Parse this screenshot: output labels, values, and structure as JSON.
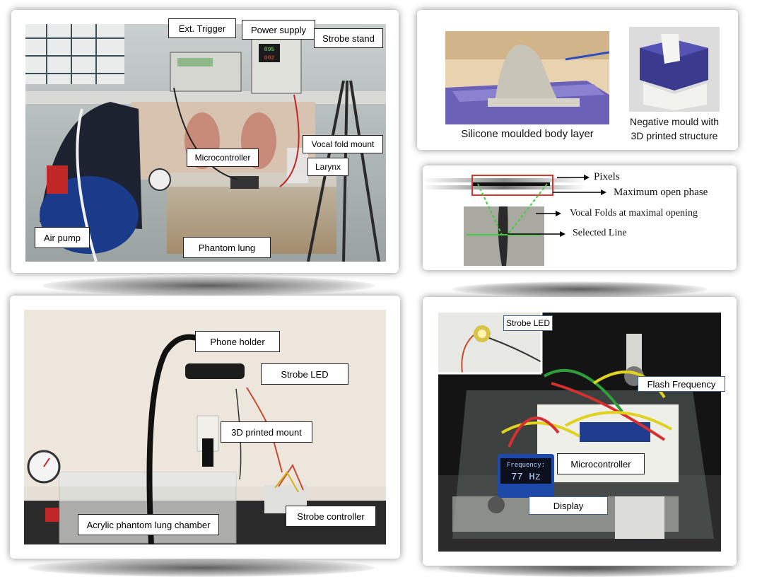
{
  "panel_a": {
    "labels": {
      "ext_trigger": "Ext. Trigger",
      "power_supply": "Power supply",
      "strobe_stand": "Strobe stand",
      "microcontroller": "Microcontroller",
      "vocal_fold_mount": "Vocal fold mount",
      "larynx": "Larynx",
      "air_pump": "Air pump",
      "phantom_lung": "Phantom lung"
    },
    "psu_readout": [
      "095",
      "002"
    ]
  },
  "panel_b": {
    "caption_left": "Silicone moulded body layer",
    "caption_right_line1": "Negative mould with",
    "caption_right_line2": "3D printed structure"
  },
  "panel_c": {
    "pixels": "Pixels",
    "max_open_phase": "Maximum open phase",
    "vocal_folds": "Vocal Folds at maximal opening",
    "selected_line": "Selected Line"
  },
  "panel_d": {
    "labels": {
      "phone_holder": "Phone holder",
      "strobe_led": "Strobe LED",
      "printed_mount": "3D printed mount",
      "strobe_controller": "Strobe controller",
      "acrylic_chamber": "Acrylic phantom lung chamber"
    }
  },
  "panel_e": {
    "labels": {
      "strobe_led": "Strobe LED",
      "flash_frequency": "Flash Frequency",
      "microcontroller": "Microcontroller",
      "display": "Display"
    },
    "oled_line1": "Frequency:",
    "oled_line2": "77 Hz"
  },
  "colors": {
    "highlight_box": "#d9342b",
    "dashed_lines": "#3ecf3e",
    "label_border_blue": "#3b5f8a"
  }
}
